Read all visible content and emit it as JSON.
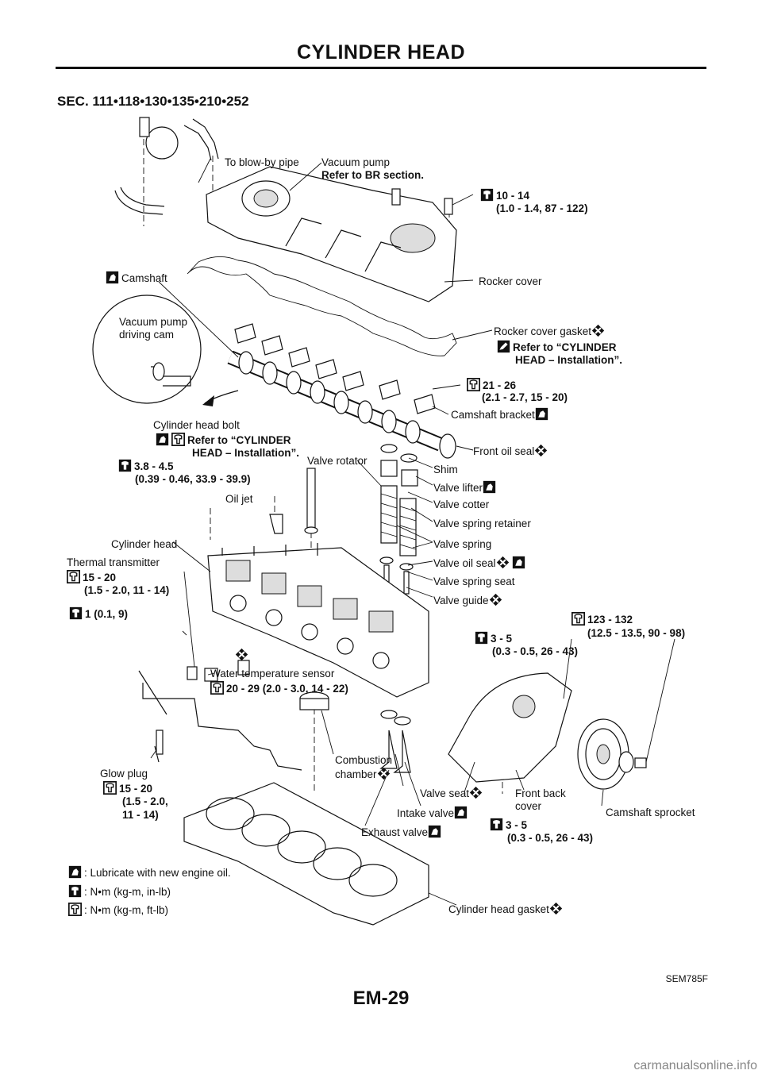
{
  "header": {
    "title": "CYLINDER HEAD"
  },
  "section": "SEC. 111•118•130•135•210•252",
  "labels": {
    "blowby": "To blow-by pipe",
    "vacuum_pump": "Vacuum pump",
    "vacuum_pump_ref": "Refer to BR section.",
    "torque_10_14_a": "10 - 14",
    "torque_10_14_b": "(1.0 - 1.4, 87 - 122)",
    "camshaft": "Camshaft",
    "rocker_cover": "Rocker cover",
    "vac_cam_a": "Vacuum pump",
    "vac_cam_b": "driving cam",
    "rocker_gasket": "Rocker cover gasket",
    "rocker_gasket_ref_a": "Refer to “CYLINDER",
    "rocker_gasket_ref_b": "HEAD – Installation”.",
    "torque_21_26_a": "21 - 26",
    "torque_21_26_b": "(2.1 - 2.7, 15 - 20)",
    "camshaft_bracket": "Camshaft bracket",
    "head_bolt": "Cylinder head bolt",
    "head_bolt_ref_a": "Refer to “CYLINDER",
    "head_bolt_ref_b": "HEAD – Installation”.",
    "front_oil_seal": "Front oil seal",
    "torque_38_45_a": "3.8 - 4.5",
    "torque_38_45_b": "(0.39 - 0.46, 33.9 - 39.9)",
    "valve_rotator": "Valve rotator",
    "shim": "Shim",
    "valve_lifter": "Valve lifter",
    "oil_jet": "Oil jet",
    "valve_cotter": "Valve cotter",
    "valve_spring_retainer": "Valve spring retainer",
    "cylinder_head": "Cylinder head",
    "valve_spring": "Valve spring",
    "thermal_transmitter": "Thermal transmitter",
    "valve_oil_seal": "Valve oil seal",
    "torque_15_20_a": "15 - 20",
    "torque_15_20_b": "(1.5 - 2.0, 11 - 14)",
    "valve_spring_seat": "Valve spring seat",
    "valve_guide": "Valve guide",
    "torque_1": "1 (0.1, 9)",
    "torque_123_a": "123 - 132",
    "torque_123_b": "(12.5 - 13.5, 90 - 98)",
    "torque_3_5_a": "3 - 5",
    "torque_3_5_b": "(0.3 - 0.5, 26 - 43)",
    "water_temp": "Water temperature sensor",
    "torque_20_29": "20 - 29 (2.0 - 3.0, 14 - 22)",
    "glow_plug": "Glow plug",
    "gp_torque_a": "15 - 20",
    "gp_torque_b": "(1.5 - 2.0,",
    "gp_torque_c": "11 - 14)",
    "combustion_a": "Combustion",
    "combustion_b": "chamber",
    "valve_seat": "Valve seat",
    "front_back_a": "Front back",
    "front_back_b": "cover",
    "camshaft_sprocket": "Camshaft sprocket",
    "intake_valve": "Intake valve",
    "exhaust_valve": "Exhaust valve",
    "torque_3_5_c": "3 - 5",
    "torque_3_5_d": "(0.3 - 0.5, 26 - 43)",
    "cyl_head_gasket": "Cylinder head gasket"
  },
  "legend": {
    "oil": ": Lubricate with new engine oil.",
    "nm_inlb": ": N•m (kg-m, in-lb)",
    "nm_ftlb": ": N•m (kg-m, ft-lb)"
  },
  "figure_code": "SEM785F",
  "page_number": "EM-29",
  "footer_site": "carmanualsonline.info"
}
